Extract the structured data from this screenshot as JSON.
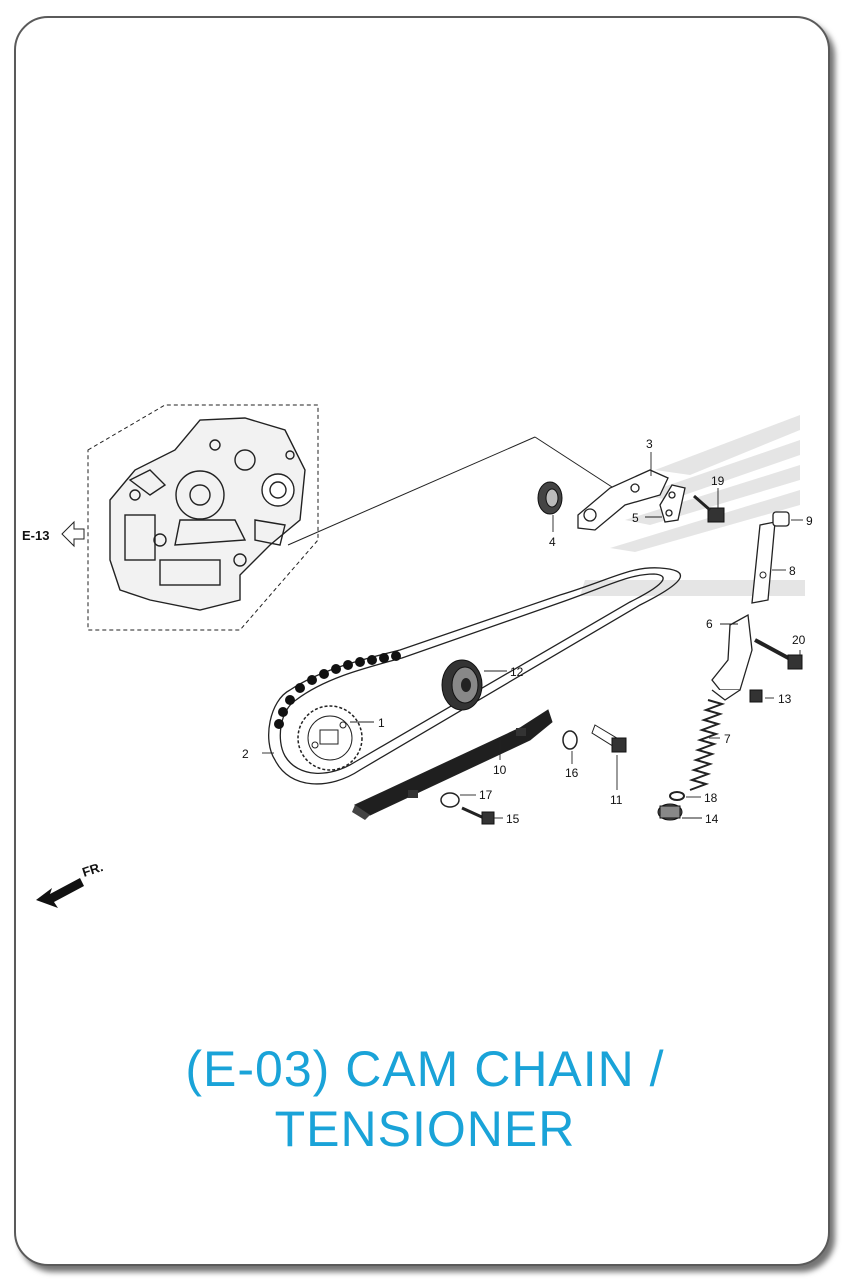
{
  "reference": {
    "label": "E-13"
  },
  "front": {
    "label": "FR."
  },
  "title": {
    "line1": "(E-03) CAM CHAIN /",
    "line2": "TENSIONER"
  },
  "callouts": [
    "1",
    "2",
    "3",
    "4",
    "5",
    "6",
    "7",
    "8",
    "9",
    "10",
    "11",
    "12",
    "13",
    "14",
    "15",
    "16",
    "17",
    "18",
    "19",
    "20"
  ],
  "colors": {
    "title": "#1aa3d8",
    "line": "#222222",
    "watermark": "#d9d9d9"
  }
}
